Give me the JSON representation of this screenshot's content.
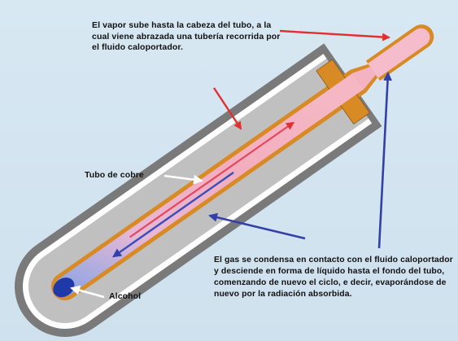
{
  "diagram": {
    "labels": {
      "vapor": "El vapor sube hasta la cabeza del tubo, a la cual viene abrazada una tubería recorrida por el fluido caloportador.",
      "gas": "El gas se condensa en contacto con el fluido caloportador y desciende en forma de líquido hasta el fondo del tubo, comenzando de nuevo el ciclo, e decir, evaporándose de nuevo por la radiación absorbida.",
      "cobre": "Tubo de cobre",
      "alcohol": "Alcohol"
    },
    "colors": {
      "background": "#d7e8f3",
      "outer_tube": "#7a7a7a",
      "glass": "#ffffff",
      "absorber": "#c0c0c0",
      "copper": "#d88a24",
      "vapor": "#f2b0be",
      "liquid": "#2a43b4",
      "arrow_red": "#e03030",
      "arrow_blue": "#3340a8"
    }
  }
}
